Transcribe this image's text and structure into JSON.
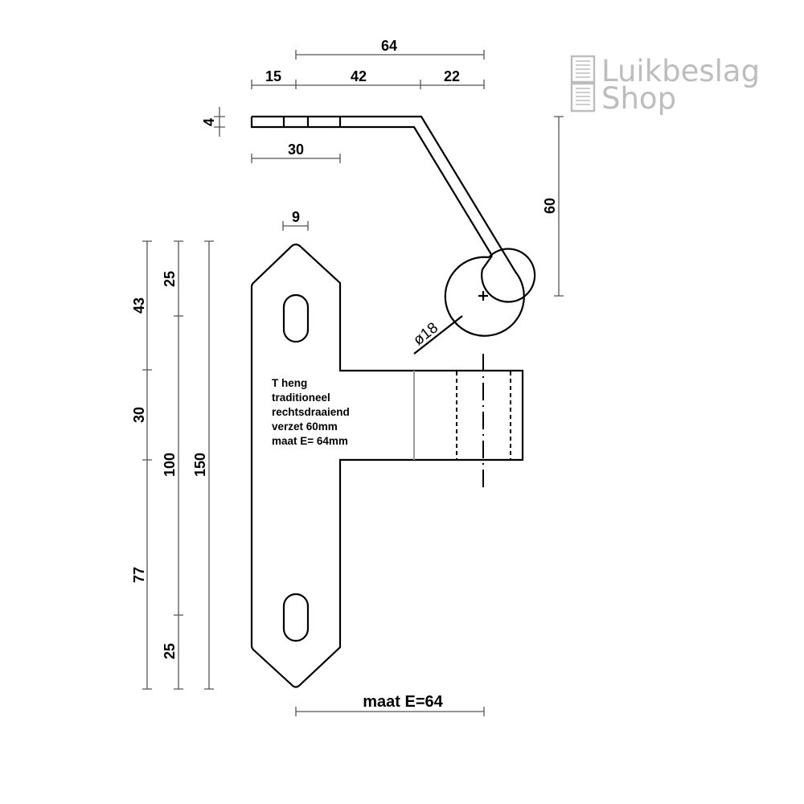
{
  "logo": {
    "line1": "Luikbeslag",
    "line2": "Shop",
    "color": "#bdbdbd"
  },
  "top_view": {
    "dims": {
      "overall": "64",
      "segment_a": "15",
      "segment_b": "42",
      "segment_c": "22",
      "thickness": "4",
      "slot_length": "30",
      "offset": "60",
      "diameter": "ø18"
    }
  },
  "front_view": {
    "dims": {
      "slot_width": "9",
      "left_a": "43",
      "left_b": "30",
      "left_c": "77",
      "mid_a": "25",
      "mid_b": "100",
      "mid_c": "25",
      "total": "150"
    },
    "note": [
      "T heng",
      "traditioneel",
      "rechtsdraaiend",
      "verzet 60mm",
      "maat E= 64mm"
    ],
    "bottom_label": "maat E=64"
  }
}
